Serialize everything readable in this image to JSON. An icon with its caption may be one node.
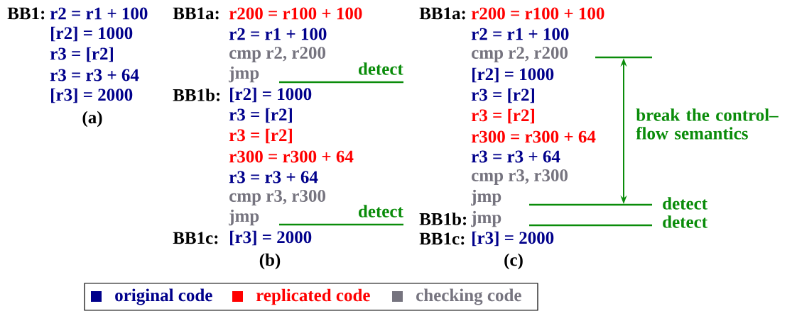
{
  "diagram": {
    "labels": [
      "BB1:",
      "r2 = r1 + 100",
      "[r2] = 1000",
      "r3 = [r2]",
      "r3 = r3 + 64",
      "[r3] = 2000",
      "(a)",
      "BB1a:",
      "r200 = r100 + 100",
      "r2 = r1 + 100",
      "cmp r2, r200",
      "jmp",
      "detect",
      "BB1b:",
      "[r2] = 1000",
      "r3 = [r2]",
      "r3 = [r2]",
      "r300 = r300 + 64",
      "r3 = r3 + 64",
      "cmp r3, r300",
      "jmp",
      "detect",
      "BB1c:",
      "[r3] = 2000",
      "(b)",
      "BB1a:",
      "r200 = r100 + 100",
      "r2 = r1 + 100",
      "cmp r2, r200",
      "[r2] = 1000",
      "r3 = [r2]",
      "r3 = [r2]",
      "r300 = r300 + 64",
      "r3 = r3 + 64",
      "cmp r3, r300",
      "jmp",
      "detect",
      "BB1b:",
      "jmp",
      "detect",
      "BB1c:",
      "[r3] = 2000",
      "(c)",
      "break the control– flow semantics"
    ],
    "legend": [
      {
        "text": "original code",
        "color": "#00008b"
      },
      {
        "text": "replicated code",
        "color": "#ff0000"
      },
      {
        "text": "checking code",
        "color": "#76747f"
      }
    ]
  }
}
